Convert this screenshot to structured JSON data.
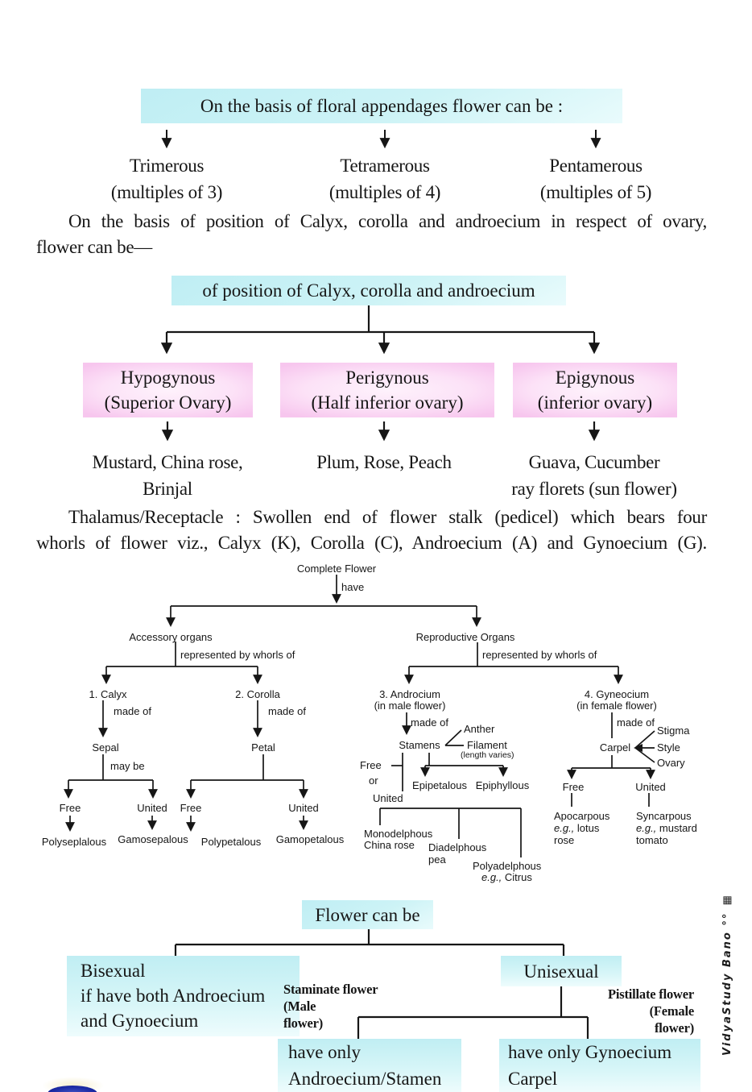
{
  "colors": {
    "cyan_box": "#c9f1f5",
    "pink_box": "#f7c6ee",
    "line": "#161616",
    "blue_dot": "#101e8e"
  },
  "s1": {
    "title": "On the basis of floral appendages flower can be :",
    "branches": [
      {
        "name": "Trimerous",
        "sub": "(multiples of 3)"
      },
      {
        "name": "Tetramerous",
        "sub": "(multiples of 4)"
      },
      {
        "name": "Pentamerous",
        "sub": "(multiples of 5)"
      }
    ]
  },
  "p1": {
    "l1": "On the basis of position of Calyx, corolla and androecium in respect of ovary,",
    "l2": "flower can be—"
  },
  "s2": {
    "title": "of position of Calyx, corolla and androecium",
    "branches": [
      {
        "name": "Hypogynous",
        "sub": "(Superior Ovary)",
        "ex0": "Mustard, China rose,",
        "ex1": "Brinjal"
      },
      {
        "name": "Perigynous",
        "sub": "(Half inferior ovary)",
        "ex0": "Plum, Rose, Peach",
        "ex1": ""
      },
      {
        "name": "Epigynous",
        "sub": "(inferior ovary)",
        "ex0": "Guava, Cucumber",
        "ex1": "ray florets (sun flower)"
      }
    ]
  },
  "p2": {
    "l1": "Thalamus/Receptacle : Swollen end of flower stalk (pedicel) which bears four",
    "l2": "whorls of flower viz., Calyx (K), Corolla (C), Androecium (A) and Gynoecium (G)."
  },
  "t": {
    "root": "Complete Flower",
    "have": "have",
    "acc": {
      "label": "Accessory organs",
      "rep": "represented by whorls of"
    },
    "cal": {
      "label": "1. Calyx",
      "made": "made of",
      "part": "Sepal",
      "may": "may be",
      "free": "Free",
      "united": "United",
      "poly": "Polyseplalous",
      "gamo": "Gamosepalous"
    },
    "cor": {
      "label": "2. Corolla",
      "made": "made of",
      "part": "Petal",
      "free": "Free",
      "united": "United",
      "poly": "Polypetalous",
      "gamo": "Gamopetalous"
    },
    "rep": {
      "label": "Reproductive Organs",
      "rep": "represented by whorls of"
    },
    "and": {
      "l1": "3. Androcium",
      "l2": "(in male flower)",
      "made": "made of",
      "part": "Stamens",
      "anther": "Anther",
      "fil": "Filament",
      "filnote": "(length varies)",
      "free": "Free",
      "or": "or",
      "united": "United",
      "epi1": "Epipetalous",
      "epi2": "Epiphyllous",
      "m1": "Monodelphous",
      "m2": "China rose",
      "d1": "Diadelphous",
      "d2": "pea",
      "p1": "Polyadelphous",
      "p2a": "e.g.,",
      "p2b": " Citrus"
    },
    "gyn": {
      "l1": "4. Gyneocium",
      "l2": "(in female flower)",
      "made": "made of",
      "part": "Carpel",
      "stigma": "Stigma",
      "style": "Style",
      "ovary": "Ovary",
      "free": "Free",
      "united": "United",
      "a1": "Apocarpous",
      "a2a": "e.g.,",
      "a2b": " lotus",
      "a3": "rose",
      "s1": "Syncarpous",
      "s2a": "e.g.,",
      "s2b": " mustard",
      "s3": "tomato"
    }
  },
  "s3": {
    "title": "Flower can be",
    "bi0": "Bisexual",
    "bi1": "if have both Androecium",
    "bi2": "and Gynoecium",
    "uni": "Unisexual",
    "st0": "Staminate flower",
    "st1": "(Male",
    "st2": "flower)",
    "pi0": "Pistillate flower",
    "pi1": "(Female",
    "pi2": "flower)",
    "lb0": "have only",
    "lb1": "Androecium/Stamen",
    "rb0": "have only Gynoecium",
    "rb1": "Carpel"
  },
  "margin": {
    "text": "VidyaStudy Bano °° ▦"
  }
}
